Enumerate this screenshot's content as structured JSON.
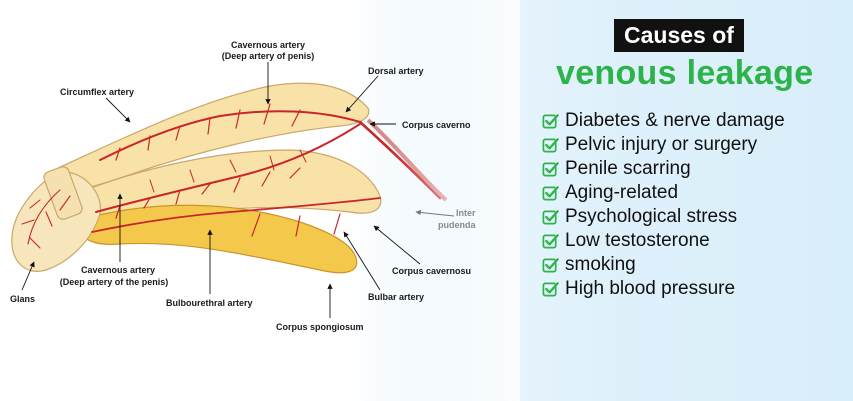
{
  "heading": {
    "line1": "Causes of",
    "line2": "venous leakage"
  },
  "causes": [
    "Diabetes & nerve damage",
    "Pelvic injury or surgery",
    "Penile scarring",
    "Aging-related",
    "Psychological stress",
    "Low testosterone",
    "smoking",
    "High blood pressure"
  ],
  "diagram_labels": {
    "cavernous_artery_top": "Cavernous artery",
    "cavernous_artery_top_sub": "(Deep artery of penis)",
    "dorsal_artery": "Dorsal artery",
    "circumflex_artery": "Circumflex artery",
    "corpus_cavernosum_top": "Corpus caverno",
    "internal_pudendal_1": "Inter",
    "internal_pudendal_2": "pudenda",
    "corpus_cavernosum_bottom": "Corpus cavernosu",
    "cavernous_artery_bottom": "Cavernous artery",
    "cavernous_artery_bottom_sub": "(Deep artery of the penis)",
    "glans": "Glans",
    "bulbourethral_artery": "Bulbourethral artery",
    "bulbar_artery": "Bulbar artery",
    "corpus_spongiosum": "Corpus spongiosum"
  },
  "colors": {
    "accent_green": "#2db34a",
    "title_bg": "#111111",
    "artery_red": "#c8262a",
    "tissue_cream": "#f8e2a8",
    "spongiosum_yellow": "#f4c84a"
  }
}
